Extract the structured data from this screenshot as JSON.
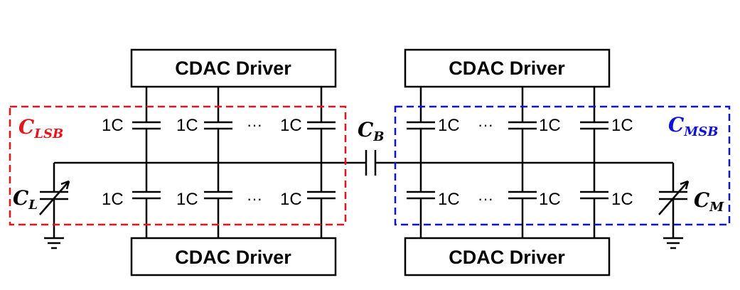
{
  "drivers": {
    "top_left": "CDAC Driver",
    "top_right": "CDAC Driver",
    "bottom_left": "CDAC Driver",
    "bottom_right": "CDAC Driver"
  },
  "cap_unit_label": "1C",
  "ellipsis": "···",
  "groups": {
    "lsb": {
      "main": "C",
      "sub": "LSB",
      "color": "#e8141b"
    },
    "msb": {
      "main": "C",
      "sub": "MSB",
      "color": "#1010dd"
    }
  },
  "bridge": {
    "main": "C",
    "sub": "B"
  },
  "load_left": {
    "main": "C",
    "sub": "L"
  },
  "load_right": {
    "main": "C",
    "sub": "M"
  }
}
